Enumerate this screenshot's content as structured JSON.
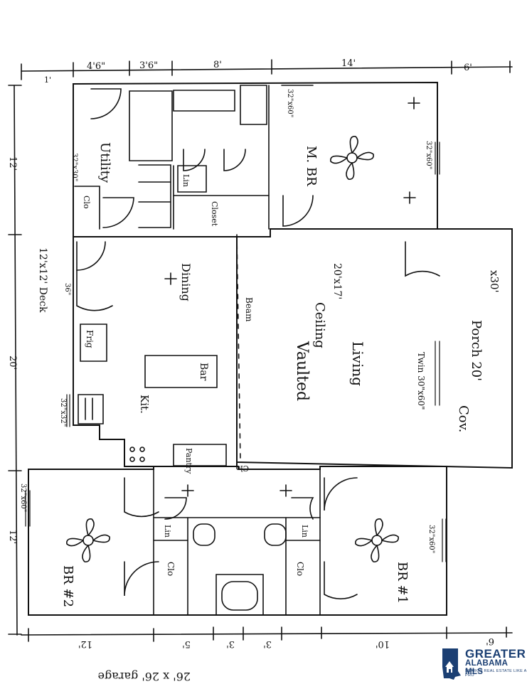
{
  "dimensions": {
    "top": [
      "1'",
      "4'6\"",
      "3'6\"",
      "8'",
      "14'",
      "6'"
    ],
    "left": [
      "12'",
      "20'",
      "12'"
    ],
    "bottom": [
      "12'",
      "5'",
      "3'",
      "3'",
      "10'",
      "6'"
    ]
  },
  "rooms": {
    "utility": "Utility",
    "utility_door": "32\"x30\"",
    "closet_1": "Clo",
    "closet_2": "Closet",
    "linen_1": "Lin",
    "master": "M. BR",
    "master_window": "32\"x60\"",
    "master_window_2": "32\"x60\"",
    "deck": "12'x12' Deck",
    "deck_window": "36\"",
    "dining": "Dining",
    "beam": "Beam",
    "living": "Vaulted Ceiling Living 20'x17'",
    "living_1": "Vaulted",
    "living_2": "Ceiling",
    "living_3": "Living",
    "living_4": "20'x17'",
    "fridge": "Frig",
    "bar": "Bar",
    "kitchen": "Kit.",
    "kitchen_window": "32\"x32\"",
    "pantry": "Pantry",
    "twin_window": "Twin 30\"x60\"",
    "porch": "Cov. Porch 20' x 30'",
    "porch_1": "Cov.",
    "porch_2": "Porch 20'",
    "porch_3": "x30'",
    "br2": "BR #2",
    "br2_window": "32\"x60\"",
    "br1": "BR #1",
    "br1_window": "32\"x60\"",
    "clo_hall": "Clo",
    "lin_2": "Lin",
    "lin_3": "Lin",
    "clo_br2": "Clo",
    "clo_br1": "Clo",
    "garage": "26' x 26' garage"
  },
  "logo": {
    "line1": "GREATER",
    "line2": "ALABAMA MLS",
    "line3": "SEARCH REAL ESTATE LIKE A PRO",
    "brand_color": "#1b3f73"
  }
}
